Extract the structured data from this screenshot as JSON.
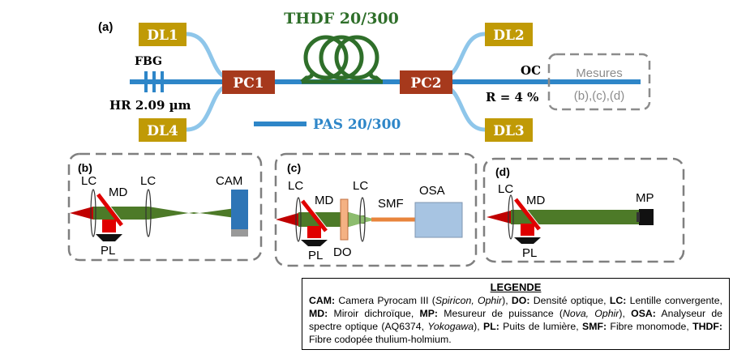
{
  "panel_a": {
    "label": "(a)",
    "fiber_title": "THDF 20/300",
    "passive_fiber": "PAS 20/300",
    "diodes": [
      "DL1",
      "DL4",
      "DL2",
      "DL3"
    ],
    "combiners": [
      "PC1",
      "PC2"
    ],
    "fbg": "FBG",
    "hr": "HR 2.09 µm",
    "oc": "OC",
    "reflectivity": "R = 4 %",
    "measure_title": "Mesures",
    "measure_sub": "(b),(c),(d)"
  },
  "panel_b": {
    "label": "(b)",
    "lc1": "LC",
    "md": "MD",
    "lc2": "LC",
    "cam": "CAM",
    "pl": "PL"
  },
  "panel_c": {
    "label": "(c)",
    "lc1": "LC",
    "md": "MD",
    "lc2": "LC",
    "smf": "SMF",
    "osa": "OSA",
    "pl": "PL",
    "do": "DO"
  },
  "panel_d": {
    "label": "(d)",
    "lc": "LC",
    "md": "MD",
    "mp": "MP",
    "pl": "PL"
  },
  "legend": {
    "title": "LEGENDE",
    "t1": "CAM:",
    "t2": " Camera Pyrocam III (",
    "t3": "Spiricon, Ophir",
    "t4": "), ",
    "t5": "DO:",
    "t6": " Densité optique, ",
    "t7": "LC:",
    "t8": " Lentille convergente, ",
    "t9": "MD:",
    "t10": " Miroir dichroïque, ",
    "t11": "MP:",
    "t12": " Mesureur de puissance (",
    "t13": "Nova, Ophir",
    "t14": "), ",
    "t15": "OSA:",
    "t16": " Analyseur de spectre optique (AQ6374, ",
    "t17": "Yokogawa",
    "t18": "), ",
    "t19": "PL:",
    "t20": " Puits de lumière, ",
    "t21": "SMF:",
    "t22": " Fibre monomode, ",
    "t23": "THDF:",
    "t24": " Fibre codopée thulium-holmium."
  },
  "colors": {
    "fiber": "#2e86c8",
    "pump_fiber": "#8ec6ea",
    "diode": "#c09a06",
    "combiner": "#a6391c",
    "thdf": "#2f6f2a",
    "beam": "#4d7a28",
    "red": "#e00000",
    "osa": "#a7c4e2",
    "cam": "#2e75b6",
    "smf": "#e8843c",
    "dashed": "#7f7f7f"
  }
}
